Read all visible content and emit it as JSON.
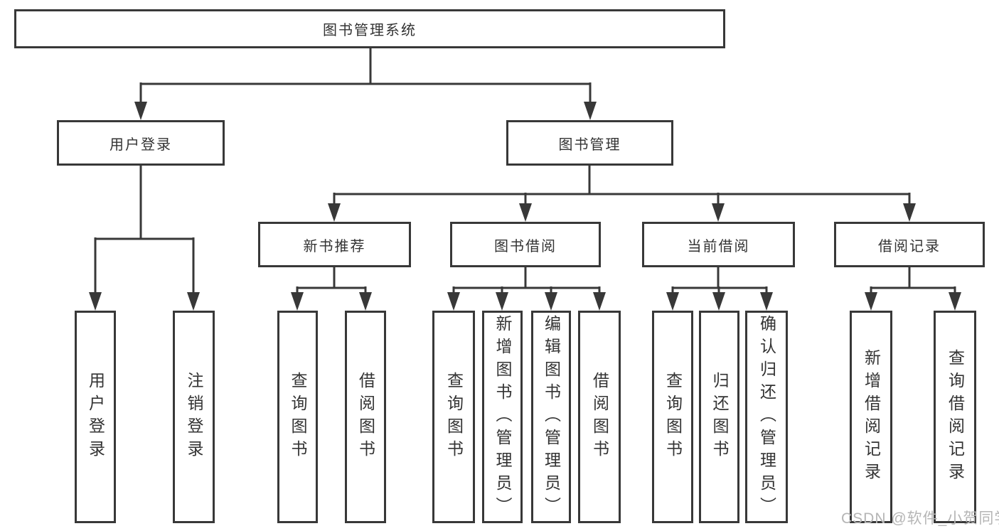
{
  "tree": {
    "root": "图书管理系统",
    "children": [
      {
        "label": "用户登录",
        "children": [
          "用户登录",
          "注销登录"
        ]
      },
      {
        "label": "图书管理",
        "children": [
          {
            "label": "新书推荐",
            "children": [
              "查询图书",
              "借阅图书"
            ]
          },
          {
            "label": "图书借阅",
            "children": [
              "查询图书",
              "新增图书（管理员）",
              "编辑图书（管理员）",
              "借阅图书"
            ]
          },
          {
            "label": "当前借阅",
            "children": [
              "查询图书",
              "归还图书",
              "确认归还（管理员）"
            ]
          },
          {
            "label": "借阅记录",
            "children": [
              "新增借阅记录",
              "查询借阅记录"
            ]
          }
        ]
      }
    ]
  },
  "watermark": "CSDN @软件_小贺同学",
  "colors": {
    "line": "#383838",
    "box_border": "#383838",
    "text": "#333333",
    "watermark": "#b5b5b5",
    "background": "#ffffff"
  }
}
